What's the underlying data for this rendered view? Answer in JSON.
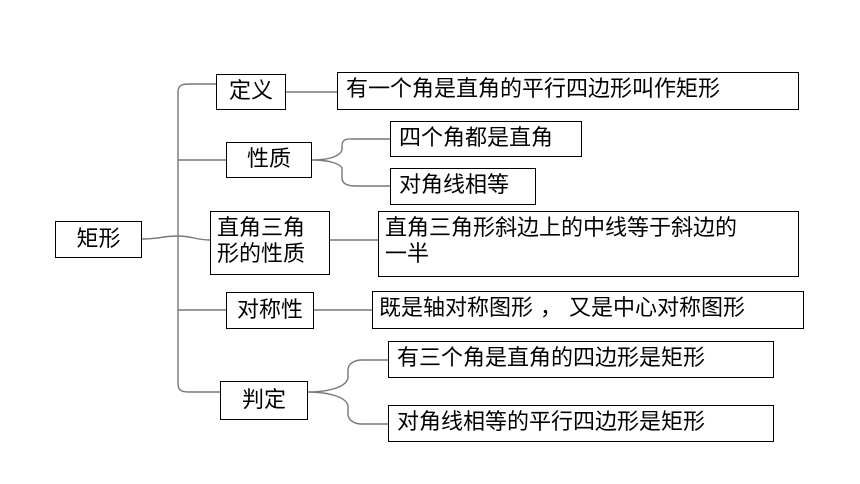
{
  "root": "矩形",
  "branches": {
    "definition": {
      "label": "定义",
      "text": "有一个角是直角的平行四边形叫作矩形"
    },
    "properties": {
      "label": "性质",
      "items": [
        "四个角都是直角",
        "对角线相等"
      ]
    },
    "right_triangle": {
      "label_line1": "直角三角",
      "label_line2": "形的性质",
      "text_line1": "直角三角形斜边上的中线等于斜边的",
      "text_line2": "一半"
    },
    "symmetry": {
      "label": "对称性",
      "text": "既是轴对称图形 ， 又是中心对称图形"
    },
    "criteria": {
      "label": "判定",
      "items": [
        "有三个角是直角的四边形是矩形",
        "对角线相等的平行四边形是矩形"
      ]
    }
  }
}
